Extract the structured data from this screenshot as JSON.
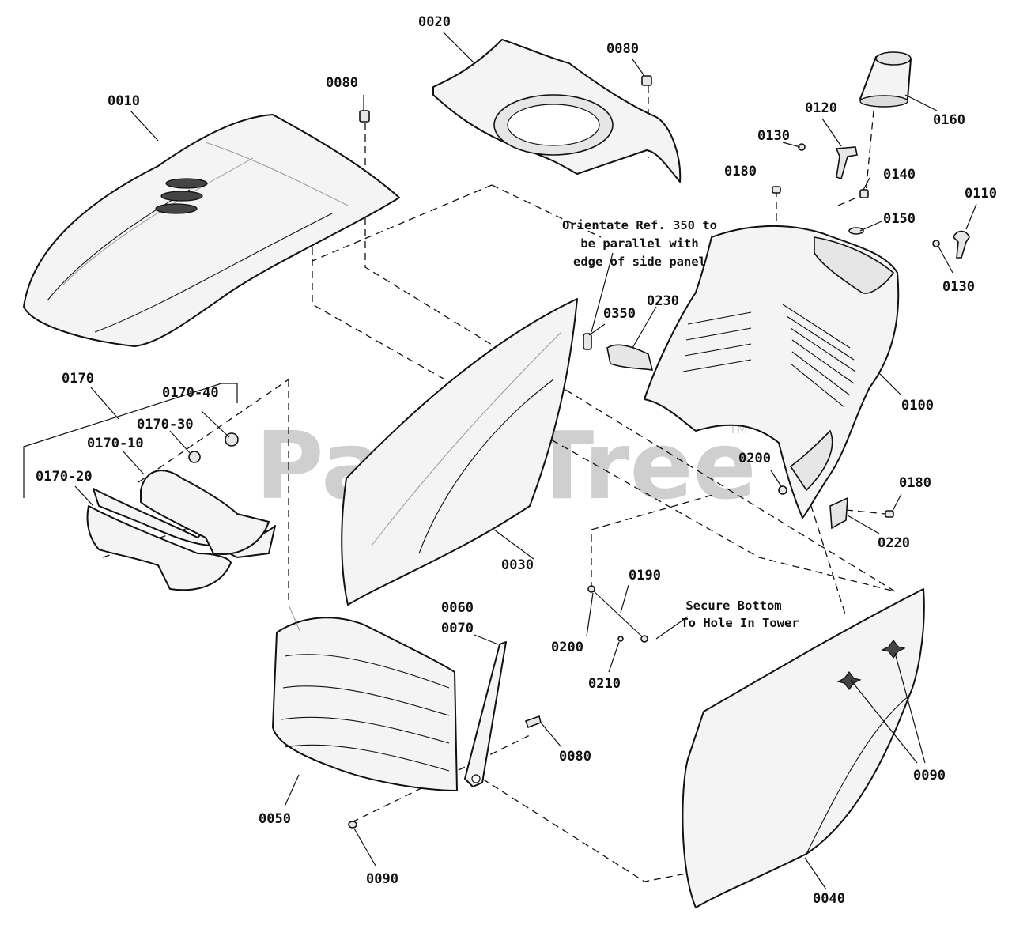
{
  "watermark": {
    "text": "PartsTree",
    "trademark": "TM"
  },
  "callouts": {
    "p0010": "0010",
    "p0020": "0020",
    "p0030": "0030",
    "p0040": "0040",
    "p0050": "0050",
    "p0060": "0060",
    "p0070": "0070",
    "p0080a": "0080",
    "p0080b": "0080",
    "p0080c": "0080",
    "p0090a": "0090",
    "p0090b": "0090",
    "p0100": "0100",
    "p0110": "0110",
    "p0120": "0120",
    "p0130a": "0130",
    "p0130b": "0130",
    "p0140": "0140",
    "p0150": "0150",
    "p0160": "0160",
    "p0170": "0170",
    "p0170_10": "0170-10",
    "p0170_20": "0170-20",
    "p0170_30": "0170-30",
    "p0170_40": "0170-40",
    "p0180a": "0180",
    "p0180b": "0180",
    "p0190": "0190",
    "p0200a": "0200",
    "p0200b": "0200",
    "p0210": "0210",
    "p0220": "0220",
    "p0230": "0230",
    "p0350": "0350"
  },
  "notes": {
    "orientate": [
      "Orientate Ref. 350 to",
      "be parallel with",
      "edge of side panel"
    ],
    "secure": [
      "Secure Bottom",
      "To Hole In Tower"
    ]
  }
}
